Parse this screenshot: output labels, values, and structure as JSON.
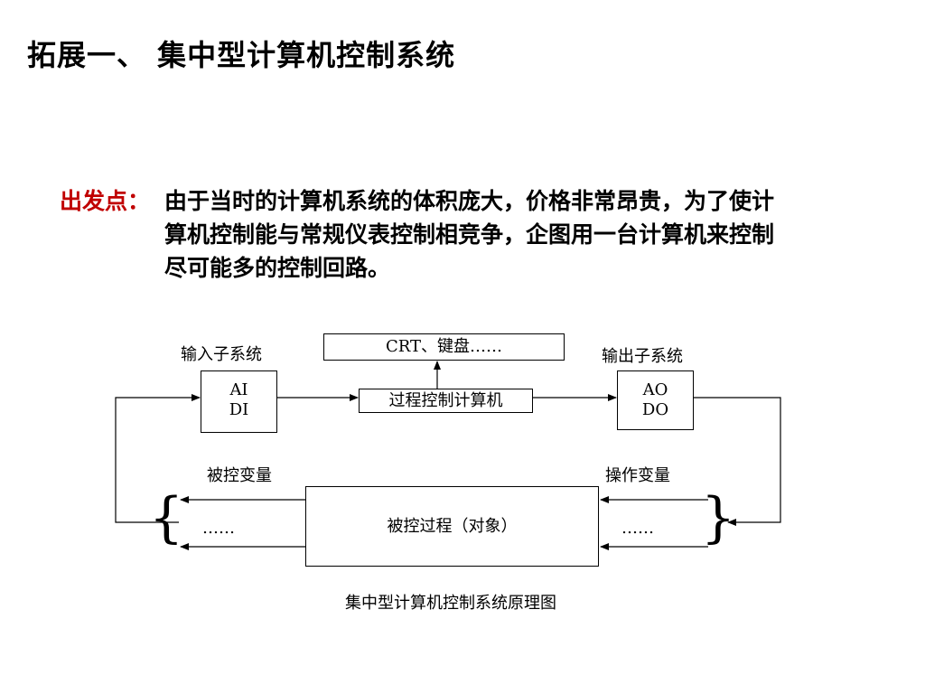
{
  "title": "拓展一、 集中型计算机控制系统",
  "intro": {
    "label": "出发点：",
    "lines": [
      "由于当时的计算机系统的体积庞大，价格非常昂贵，为了使计",
      "算机控制能与常规仪表控制相竞争，企图用一台计算机来控制",
      "尽可能多的控制回路。"
    ]
  },
  "diagram": {
    "input_subsystem_label": "输入子系统",
    "output_subsystem_label": "输出子系统",
    "crt_box": "CRT、键盘……",
    "input_box_lines": [
      "AI",
      "DI"
    ],
    "computer_box": "过程控制计算机",
    "output_box_lines": [
      "AO",
      "DO"
    ],
    "controlled_var_label": "被控变量",
    "manipulated_var_label": "操作变量",
    "process_box": "被控过程（对象）",
    "left_ellipsis": "……",
    "right_ellipsis": "……",
    "left_brace": "{",
    "right_brace": "}",
    "caption": "集中型计算机控制系统原理图"
  }
}
